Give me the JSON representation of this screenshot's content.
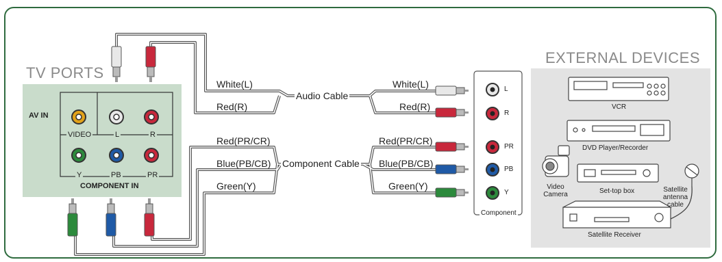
{
  "titles": {
    "tv_ports": "TV PORTS",
    "external_devices": "EXTERNAL DEVICES"
  },
  "tv_panel": {
    "av_in": "AV IN",
    "video": "VIDEO",
    "l": "L",
    "r": "R",
    "y": "Y",
    "pb": "PB",
    "pr": "PR",
    "component_in": "COMPONENT IN"
  },
  "left_labels": {
    "white": "White(L)",
    "red": "Red(R)",
    "red_pr_cr": "Red(PR/CR)",
    "blue_pb_cb": "Blue(PB/CB)",
    "green": "Green(Y)"
  },
  "cables": {
    "audio": "Audio Cable",
    "component": "Component Cable"
  },
  "right_labels": {
    "white": "White(L)",
    "red": "Red(R)",
    "red_pr_cr": "Red(PR/CR)",
    "blue_pb_cb": "Blue(PB/CB)",
    "green": "Green(Y)"
  },
  "device_panel": {
    "l": "L",
    "r": "R",
    "pr": "PR",
    "pb": "PB",
    "y": "Y",
    "component": "Component"
  },
  "devices": {
    "vcr": "VCR",
    "dvd": "DVD Player/Recorder",
    "video_camera": "Video Camera",
    "set_top_box": "Set-top box",
    "satellite_cable": "Satellite antenna cable",
    "satellite_receiver": "Satellite Receiver"
  },
  "colors": {
    "frame": "#2e6b3e",
    "tv_panel": "#c9dccb",
    "device_bg": "#e3e3e3",
    "red": "#c8283c",
    "blue": "#1f5aa6",
    "green": "#2c8a3c",
    "white": "#e8e8e8",
    "yellow": "#e2a21a"
  }
}
